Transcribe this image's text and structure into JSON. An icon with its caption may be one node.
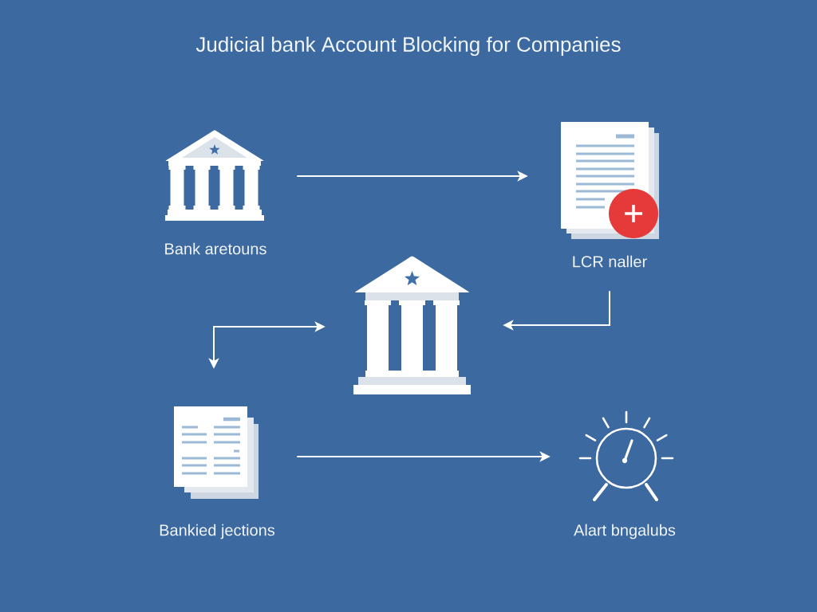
{
  "diagram": {
    "title": "Judicial bank Account Blocking for Companies",
    "nodes": [
      {
        "text": [],
        "shape": "picture",
        "beside": [
          "Bank aretouns"
        ]
      },
      {
        "text": [],
        "shape": "picture",
        "beside": [
          "LCR naller"
        ]
      },
      {
        "text": [],
        "shape": "picture"
      },
      {
        "text": [],
        "shape": "picture",
        "beside": [
          "Bankied jections"
        ]
      },
      {
        "text": [],
        "shape": "picture",
        "beside": [
          "Alart bngalubs"
        ]
      }
    ],
    "edges": [
      {
        "from": 0,
        "to": 1,
        "arrow": "to"
      },
      {
        "from": 1,
        "to": 2,
        "arrow": "to"
      },
      {
        "from": 2,
        "to": 3,
        "arrow": "both"
      },
      {
        "from": 3,
        "to": 4,
        "arrow": "to"
      }
    ]
  }
}
